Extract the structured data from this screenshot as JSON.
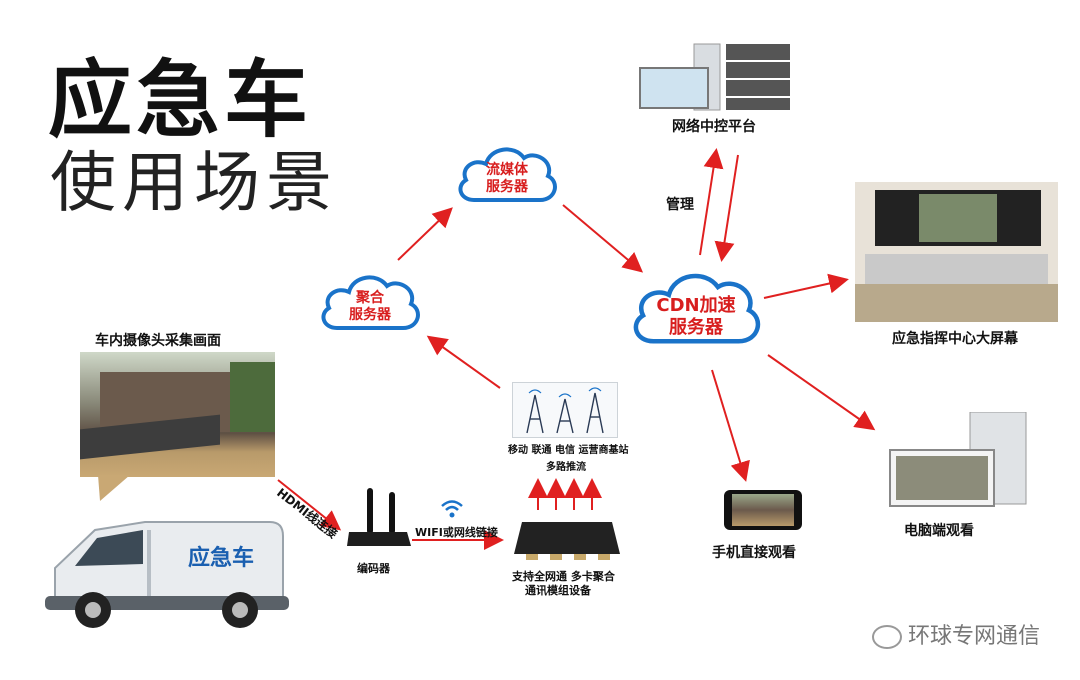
{
  "title": {
    "main": "应急车",
    "sub": "使用场景"
  },
  "nodes": {
    "camera_label": "车内摄像头采集画面",
    "hdmi": "HDMI线连接",
    "encoder": "编码器",
    "wifi": "WIFI或网线链接",
    "device_line1": "支持全网通 多卡聚合",
    "device_line2": "通讯模组设备",
    "tower_line1": "移动 联通 电信 运营商基站",
    "tower_line2": "多路推流",
    "aggregation_line1": "聚合",
    "aggregation_line2": "服务器",
    "streaming_line1": "流媒体",
    "streaming_line2": "服务器",
    "cdn_line1": "CDN加速",
    "cdn_line2": "服务器",
    "manage": "管理",
    "control_platform": "网络中控平台",
    "command_center": "应急指挥中心大屏幕",
    "phone": "手机直接观看",
    "pc": "电脑端观看",
    "van_label": "应急车"
  },
  "watermark": "环球专网通信",
  "colors": {
    "arrow": "#e02020",
    "cloud_stroke": "#1a73c9",
    "cloud_text": "#d81e1e",
    "van_text": "#1a5fb0"
  }
}
